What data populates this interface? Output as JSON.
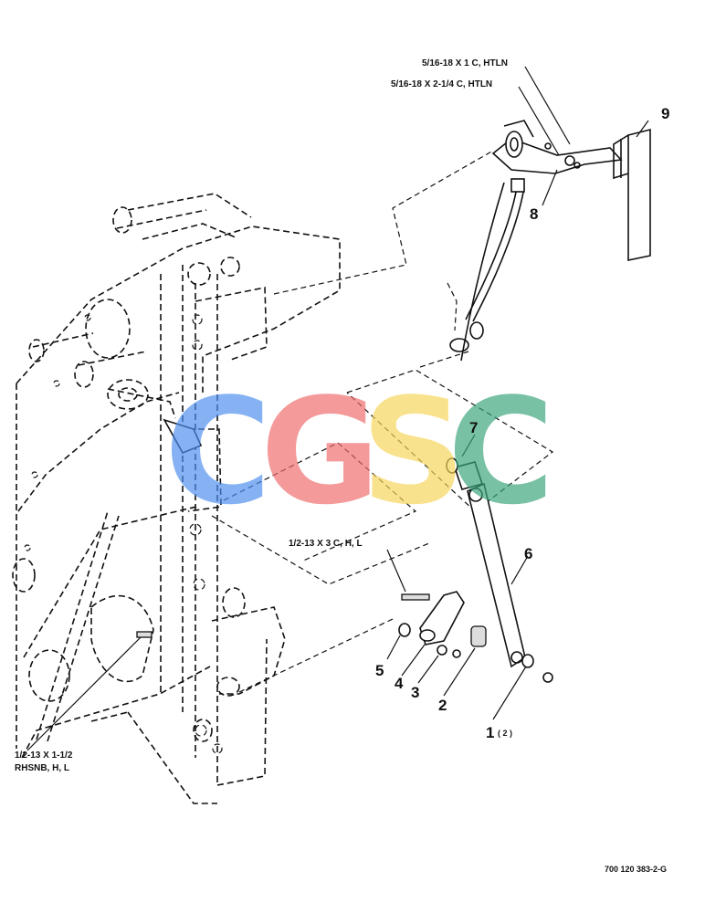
{
  "hardware_labels": {
    "bolt_top_1": "5/16-18 X 1 C, HTLN",
    "bolt_top_2": "5/16-18 X 2-1/4 C, HTLN",
    "bolt_mid": "1/2-13 X 3 C, H, L",
    "bolt_bottom_line1": "1/2-13 X 1-1/2",
    "bolt_bottom_line2": "RHSNB, H, L"
  },
  "callouts": {
    "c1": "1",
    "c1_qty": "( 2 )",
    "c2": "2",
    "c3": "3",
    "c4": "4",
    "c5": "5",
    "c6": "6",
    "c7": "7",
    "c8": "8",
    "c9": "9"
  },
  "watermark": {
    "letters": [
      "C",
      "G",
      "S",
      "C"
    ],
    "colors": [
      "#4d8ff0",
      "#ef6b6b",
      "#f7d55a",
      "#3aa57a"
    ]
  },
  "figure_code": "700 120 383-2-G"
}
